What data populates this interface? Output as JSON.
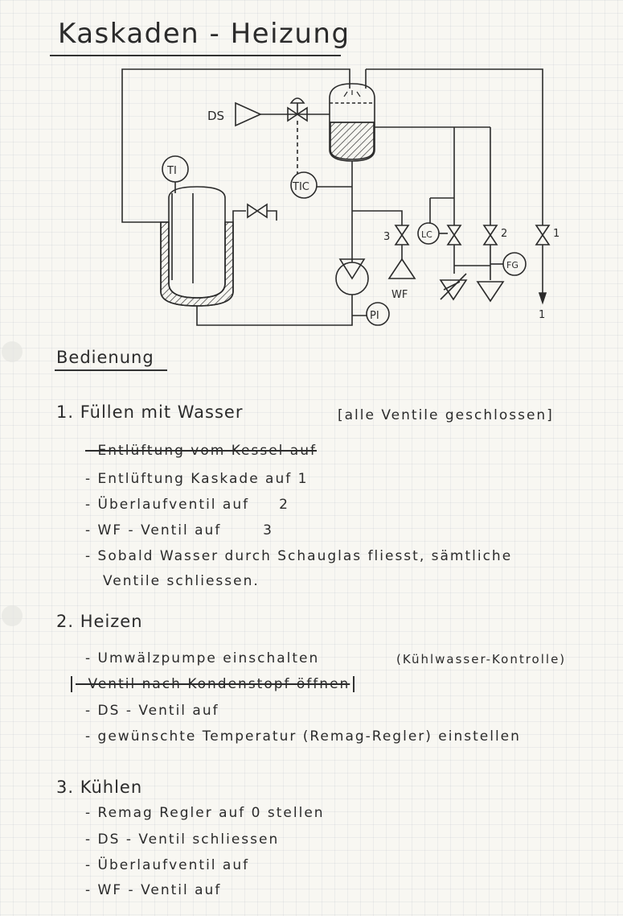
{
  "title": "Kaskaden - Heizung",
  "diagram": {
    "labels": {
      "ds": "DS",
      "ti": "TI",
      "tic": "TIC",
      "lc": "LC",
      "fg": "FG",
      "pi": "PI",
      "wf": "WF",
      "v3": "3",
      "v2": "2",
      "v1": "1",
      "outlet": "1"
    }
  },
  "operation": {
    "heading": "Bedienung",
    "sections": [
      {
        "number": "1.",
        "title": "Füllen mit Wasser",
        "note": "[alle Ventile geschlossen]",
        "items": [
          {
            "text": "- Entlüftung vom Kessel auf",
            "struck": true
          },
          {
            "text": "- Entlüftung Kaskade auf 1"
          },
          {
            "text": "- Überlaufventil auf     2"
          },
          {
            "text": "- WF - Ventil auf       3"
          },
          {
            "text": "- Sobald Wasser durch Schauglas fliesst, sämtliche"
          },
          {
            "text": "Ventile schliessen."
          }
        ]
      },
      {
        "number": "2.",
        "title": "Heizen",
        "items": [
          {
            "text": "- Umwälzpumpe einschalten",
            "note": "(Kühlwasser-Kontrolle)"
          },
          {
            "text": "- Ventil nach Kondenstopf öffnen",
            "struck": true,
            "bracketed": true
          },
          {
            "text": "- DS - Ventil auf"
          },
          {
            "text": "- gewünschte Temperatur (Remag-Regler) einstellen"
          }
        ]
      },
      {
        "number": "3.",
        "title": "Kühlen",
        "items": [
          {
            "text": "- Remag Regler auf 0 stellen"
          },
          {
            "text": "- DS - Ventil schliessen"
          },
          {
            "text": "- Überlaufventil auf"
          },
          {
            "text": "- WF - Ventil auf"
          }
        ]
      }
    ]
  }
}
